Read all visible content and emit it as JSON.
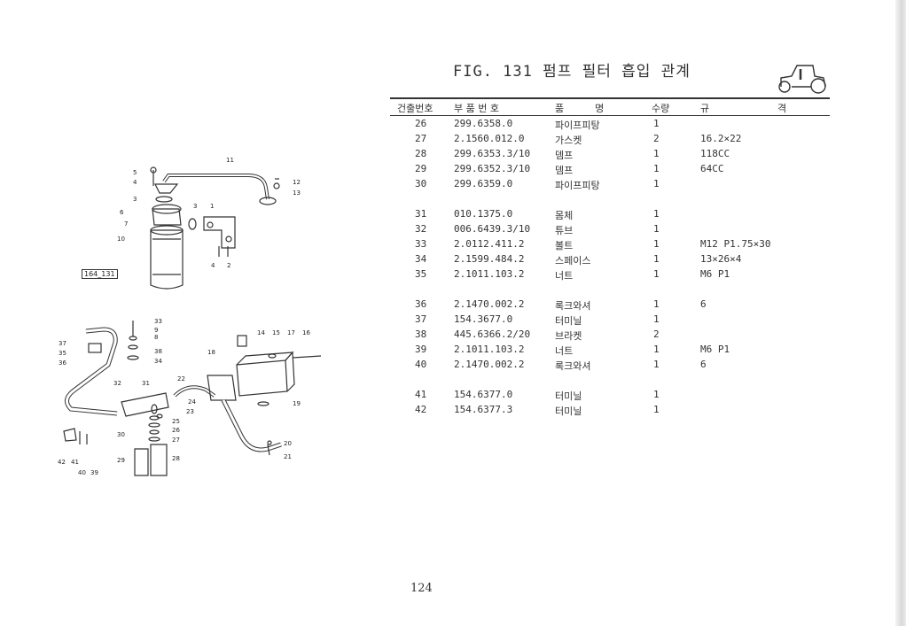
{
  "title": "FIG. 131 펌프 필터 흡입 관계",
  "header": {
    "col_no": "건출번호",
    "col_part": "부 품 번 호",
    "col_name": "품          명",
    "col_qty": "수량",
    "col_spec": "규                      격"
  },
  "rows": [
    {
      "no": "26",
      "part": "299.6358.0",
      "name": "파이프피탕",
      "qty": "1",
      "spec": ""
    },
    {
      "no": "27",
      "part": "2.1560.012.0",
      "name": "가스켓",
      "qty": "2",
      "spec": "16.2×22"
    },
    {
      "no": "28",
      "part": "299.6353.3/10",
      "name": "뎀프",
      "qty": "1",
      "spec": "118CC"
    },
    {
      "no": "29",
      "part": "299.6352.3/10",
      "name": "뎀프",
      "qty": "1",
      "spec": "64CC"
    },
    {
      "no": "30",
      "part": "299.6359.0",
      "name": "파이프피탕",
      "qty": "1",
      "spec": ""
    },
    {
      "no": "31",
      "part": "010.1375.0",
      "name": "몸체",
      "qty": "1",
      "spec": ""
    },
    {
      "no": "32",
      "part": "006.6439.3/10",
      "name": "튜브",
      "qty": "1",
      "spec": ""
    },
    {
      "no": "33",
      "part": "2.0112.411.2",
      "name": "볼트",
      "qty": "1",
      "spec": "M12 P1.75×30"
    },
    {
      "no": "34",
      "part": "2.1599.484.2",
      "name": "스페이스",
      "qty": "1",
      "spec": "13×26×4"
    },
    {
      "no": "35",
      "part": "2.1011.103.2",
      "name": "너트",
      "qty": "1",
      "spec": "M6 P1"
    },
    {
      "no": "36",
      "part": "2.1470.002.2",
      "name": "록크와셔",
      "qty": "1",
      "spec": "6"
    },
    {
      "no": "37",
      "part": "154.3677.0",
      "name": "터미닐",
      "qty": "1",
      "spec": ""
    },
    {
      "no": "38",
      "part": "445.6366.2/20",
      "name": "브라켓",
      "qty": "2",
      "spec": ""
    },
    {
      "no": "39",
      "part": "2.1011.103.2",
      "name": "너트",
      "qty": "1",
      "spec": "M6 P1"
    },
    {
      "no": "40",
      "part": "2.1470.002.2",
      "name": "록크와셔",
      "qty": "1",
      "spec": "6"
    },
    {
      "no": "41",
      "part": "154.6377.0",
      "name": "터미닐",
      "qty": "1",
      "spec": ""
    },
    {
      "no": "42",
      "part": "154.6377.3",
      "name": "터미닐",
      "qty": "1",
      "spec": ""
    }
  ],
  "group_breaks": [
    5,
    10,
    15
  ],
  "page_number": "124",
  "drawing": {
    "ref_label": "164_131",
    "callouts_top": [
      "11",
      "5",
      "4",
      "3",
      "6",
      "7",
      "10",
      "3",
      "1",
      "12",
      "13",
      "4",
      "2"
    ],
    "callouts_bottom": [
      "33",
      "9",
      "8",
      "37",
      "35",
      "36",
      "38",
      "34",
      "14",
      "15",
      "17",
      "16",
      "18",
      "32",
      "31",
      "22",
      "24",
      "23",
      "25",
      "26",
      "27",
      "30",
      "28",
      "29",
      "19",
      "20",
      "21",
      "42",
      "41",
      "40",
      "39"
    ]
  }
}
